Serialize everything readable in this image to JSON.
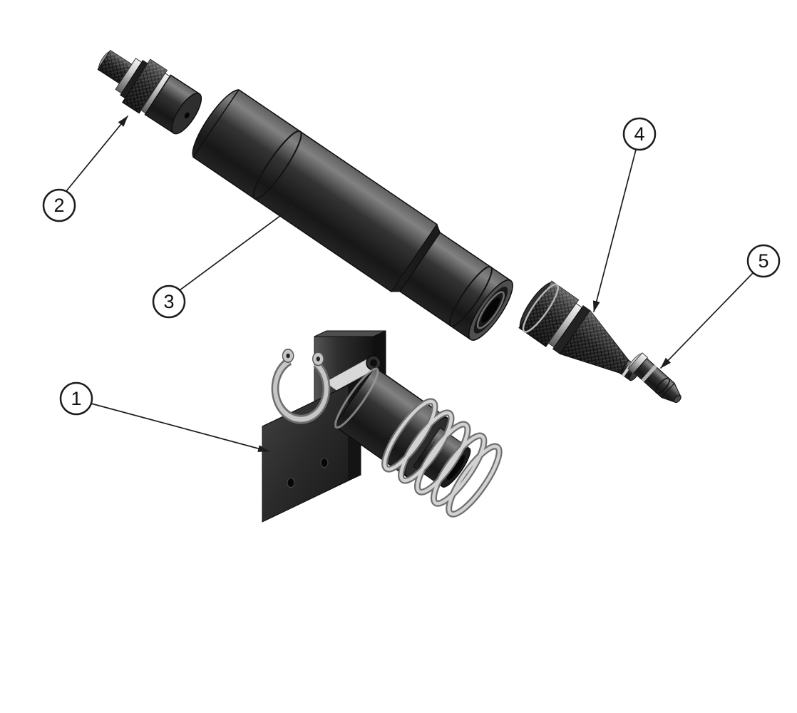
{
  "diagram": {
    "type": "exploded-assembly-diagram",
    "background_color": "#ffffff",
    "line_color": "#1d1d1d",
    "metal_dark_color": "#1e1e1e",
    "metal_light_color": "#c6c6c6",
    "callouts": [
      {
        "label": "1",
        "part": "mounting-bracket-assembly"
      },
      {
        "label": "2",
        "part": "rear-end-cap"
      },
      {
        "label": "3",
        "part": "barrel-tube"
      },
      {
        "label": "4",
        "part": "nozzle-cone"
      },
      {
        "label": "5",
        "part": "nozzle-tip"
      }
    ]
  }
}
